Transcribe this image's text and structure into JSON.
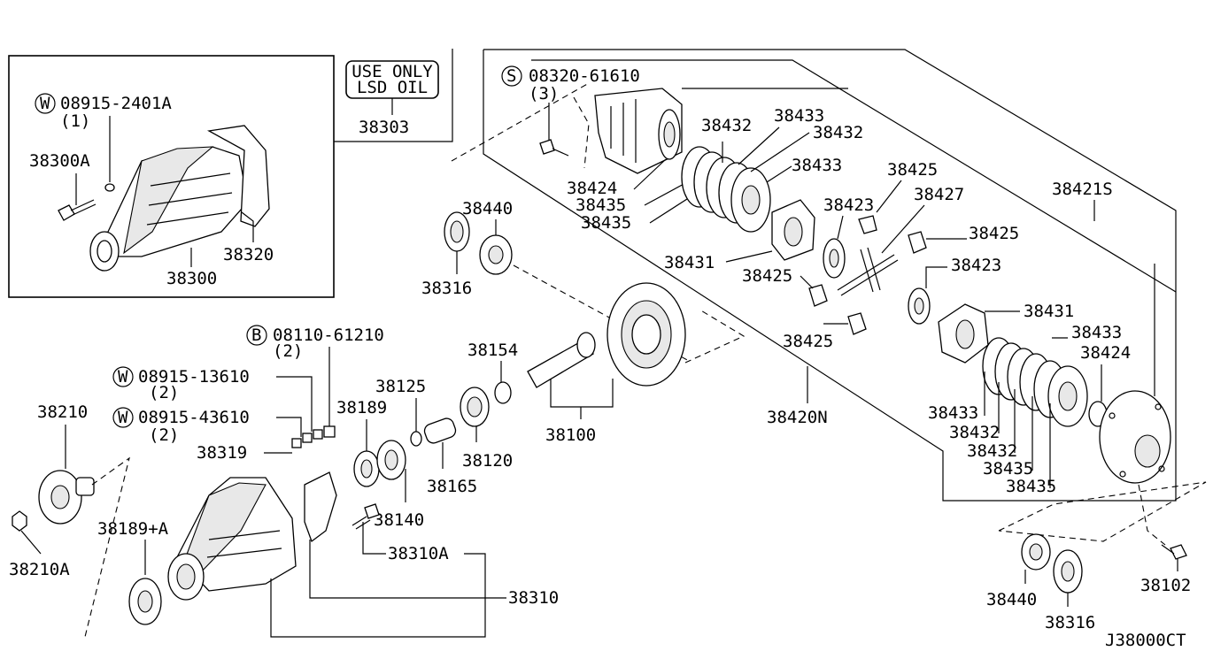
{
  "diagram_id": "J38000CT",
  "note_box": {
    "line1": "USE ONLY",
    "line2": "LSD OIL",
    "part": "38303"
  },
  "inset": {
    "washer_prefix": "W",
    "washer_code": "08915-2401A",
    "washer_qty": "(1)",
    "plug": "38300A",
    "gasket": "38320",
    "cover": "38300"
  },
  "diff_kit": {
    "screw_prefix": "S",
    "screw_code": "08320-61610",
    "screw_qty": "(3)",
    "labels": {
      "a38432_top": "38432",
      "a38433_top": "38433",
      "a38432_top2": "38432",
      "a38433_mid": "38433",
      "a38424_top": "38424",
      "a38435_a": "38435",
      "a38435_b": "38435",
      "a38425_top": "38425",
      "a38427": "38427",
      "a38423_top": "38423",
      "a38421s": "38421S",
      "a38425_right": "38425",
      "a38423_right": "38423",
      "a38431_left": "38431",
      "a38425_mid": "38425",
      "a38431_right": "38431",
      "a38425_bot": "38425",
      "a38433_right": "38433",
      "a38424_right": "38424",
      "a38420n": "38420N",
      "a38433_low": "38433",
      "a38432_low": "38432",
      "a38432_low2": "38432",
      "a38435_low": "38435",
      "a38435_low2": "38435"
    }
  },
  "pinion": {
    "bolt_prefix": "B",
    "bolt_code": "08110-61210",
    "bolt_qty": "(2)",
    "w1_prefix": "W",
    "w1_code": "08915-13610",
    "w1_qty": "(2)",
    "w2_prefix": "W",
    "w2_code": "08915-43610",
    "w2_qty": "(2)",
    "labels": {
      "a38440_top": "38440",
      "a38316_top": "38316",
      "a38154": "38154",
      "a38125": "38125",
      "a38189": "38189",
      "a38319": "38319",
      "a38210": "38210",
      "a38210a": "38210A",
      "a38189a": "38189+A",
      "a38140": "38140",
      "a38165": "38165",
      "a38120": "38120",
      "a38100": "38100",
      "a38310a": "38310A",
      "a38310": "38310",
      "a38440_bot": "38440",
      "a38316_bot": "38316",
      "a38102": "38102"
    }
  }
}
